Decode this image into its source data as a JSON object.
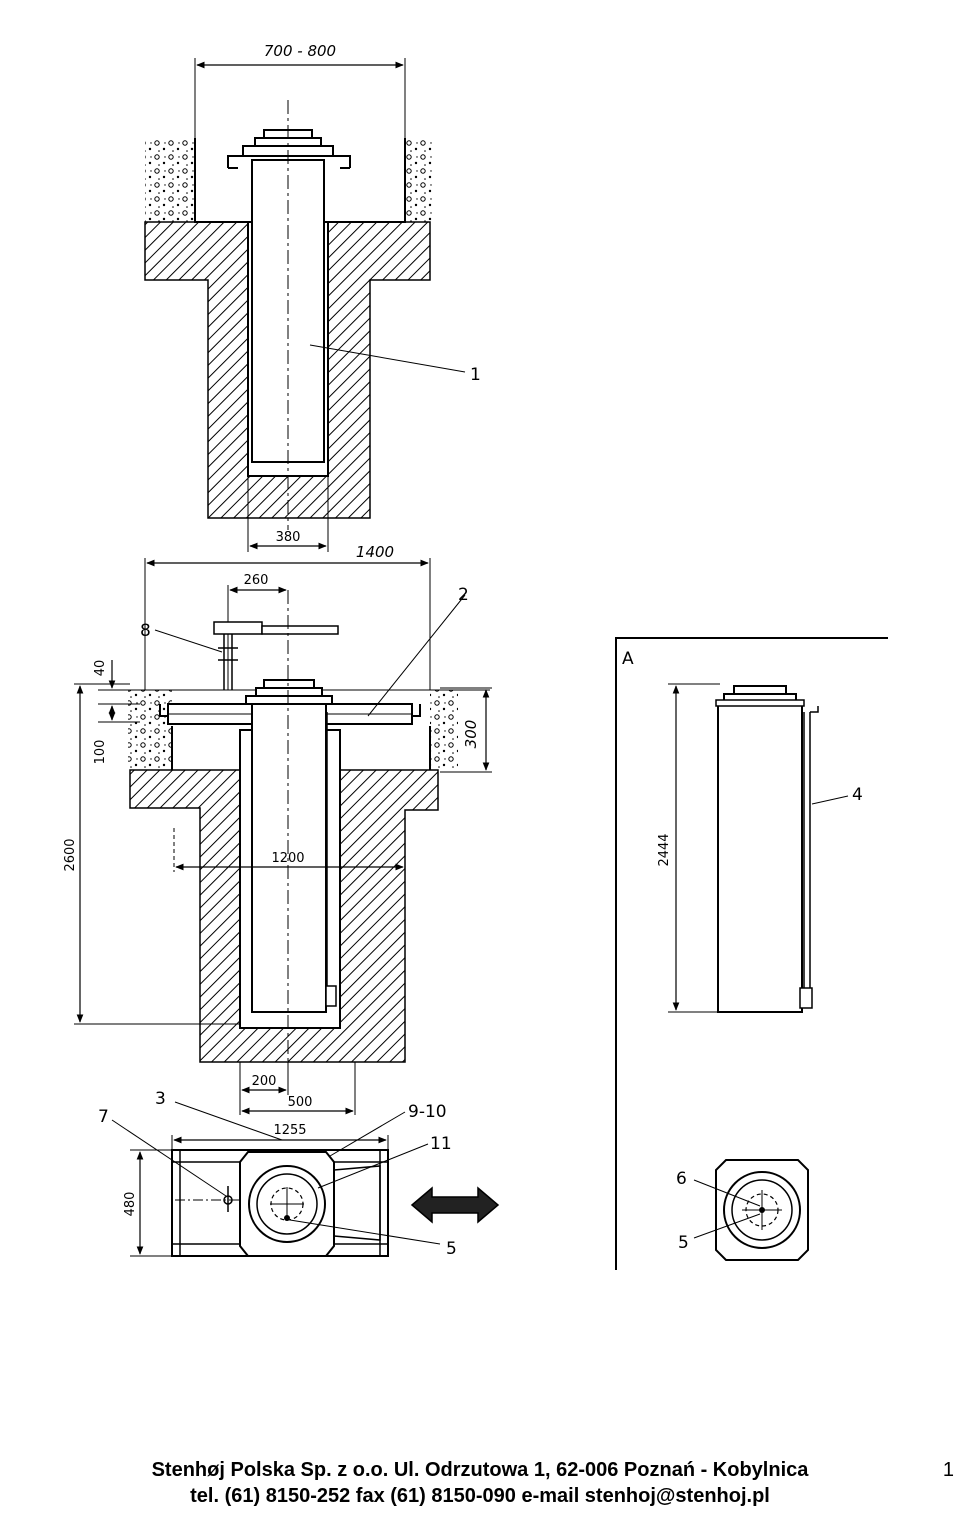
{
  "drawing": {
    "dimensions": {
      "top_width": "700 - 800",
      "tube_width": "380",
      "total_width": "1400",
      "lever_offset": "260",
      "small_40": "40",
      "small_100": "100",
      "total_depth": "2600",
      "top_depth": "300",
      "pit_width": "1200",
      "base_200": "200",
      "base_500": "500",
      "plan_width": "1255",
      "plan_height": "480",
      "detail_height": "2444"
    },
    "callouts": {
      "c1": "1",
      "c2": "2",
      "c3": "3",
      "c4": "4",
      "c5": "5",
      "c5b": "5",
      "c6": "6",
      "c7": "7",
      "c8": "8",
      "c9_10": "9-10",
      "c11": "11"
    },
    "section_label": "A"
  },
  "footer": {
    "line1": "Stenhøj Polska Sp. z o.o. Ul. Odrzutowa 1, 62-006 Poznań - Kobylnica",
    "line2": "tel. (61) 8150-252 fax (61) 8150-090 e-mail stenhoj@stenhoj.pl",
    "page_number": "1"
  }
}
